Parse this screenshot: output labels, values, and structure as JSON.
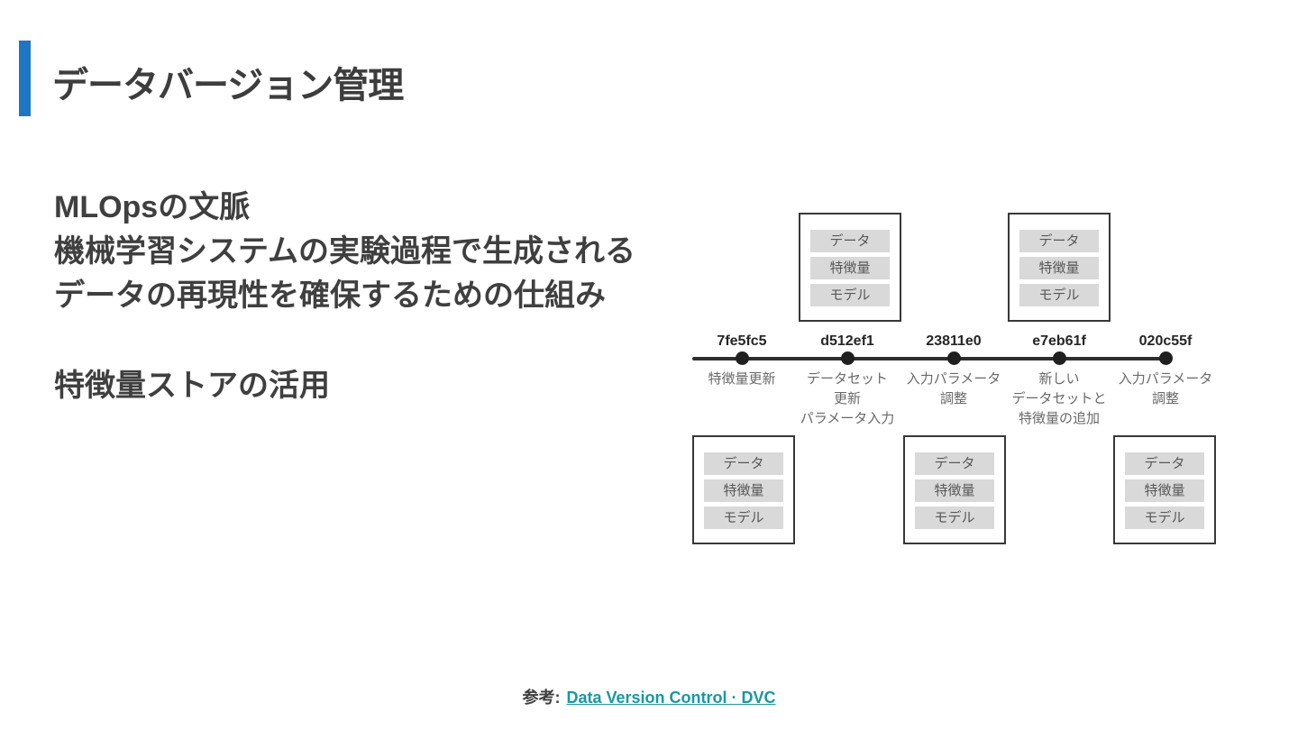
{
  "slide": {
    "title": "データバージョン管理",
    "accent_color": "#1d76c4"
  },
  "body": {
    "line1": "MLOpsの文脈",
    "line2": "機械学習システムの実験過程で生成される",
    "line3": "データの再現性を確保するための仕組み",
    "paragraph2": "特徴量ストアの活用"
  },
  "diagram": {
    "chips": [
      "データ",
      "特徴量",
      "モデル"
    ],
    "commits": [
      {
        "hash": "7fe5fc5",
        "label": "特徴量更新"
      },
      {
        "hash": "d512ef1",
        "label": "データセット\n更新\nパラメータ入力"
      },
      {
        "hash": "23811e0",
        "label": "入力パラメータ\n調整"
      },
      {
        "hash": "e7eb61f",
        "label": "新しい\nデータセットと\n特徴量の追加"
      },
      {
        "hash": "020c55f",
        "label": "入力パラメータ\n調整"
      }
    ],
    "line_color": "#2e2e2e",
    "chip_bg_color": "#d9d9d9"
  },
  "footer": {
    "prefix": "参考:",
    "link": "Data Version Control · DVC",
    "link_color": "#1798a5"
  }
}
